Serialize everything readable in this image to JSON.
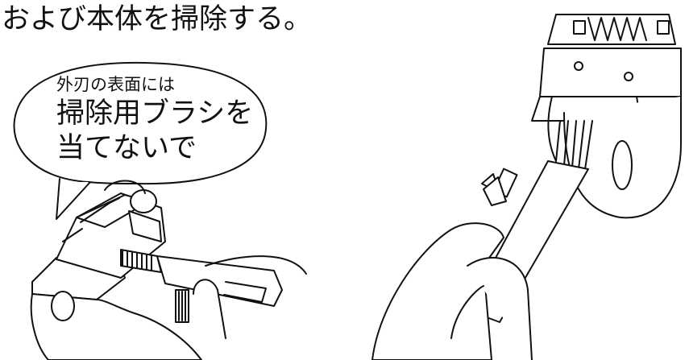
{
  "heading": "および本体を掃除する。",
  "callout": {
    "line1": "外刃の表面には",
    "line2": "掃除用ブラシを",
    "line3": "当てないで"
  }
}
